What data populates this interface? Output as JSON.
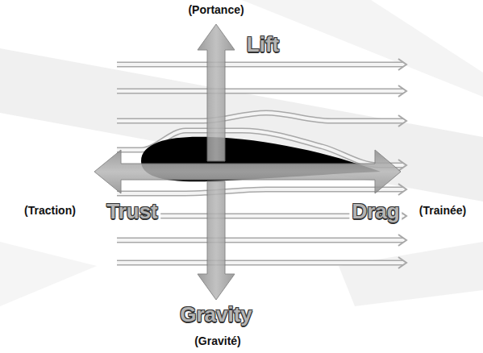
{
  "diagram": {
    "labels": [
      "(Portance)",
      "Lift",
      "(Traction)",
      "Trust",
      "Drag",
      "(Trainée)",
      "Gravity",
      "(Gravité)"
    ]
  }
}
